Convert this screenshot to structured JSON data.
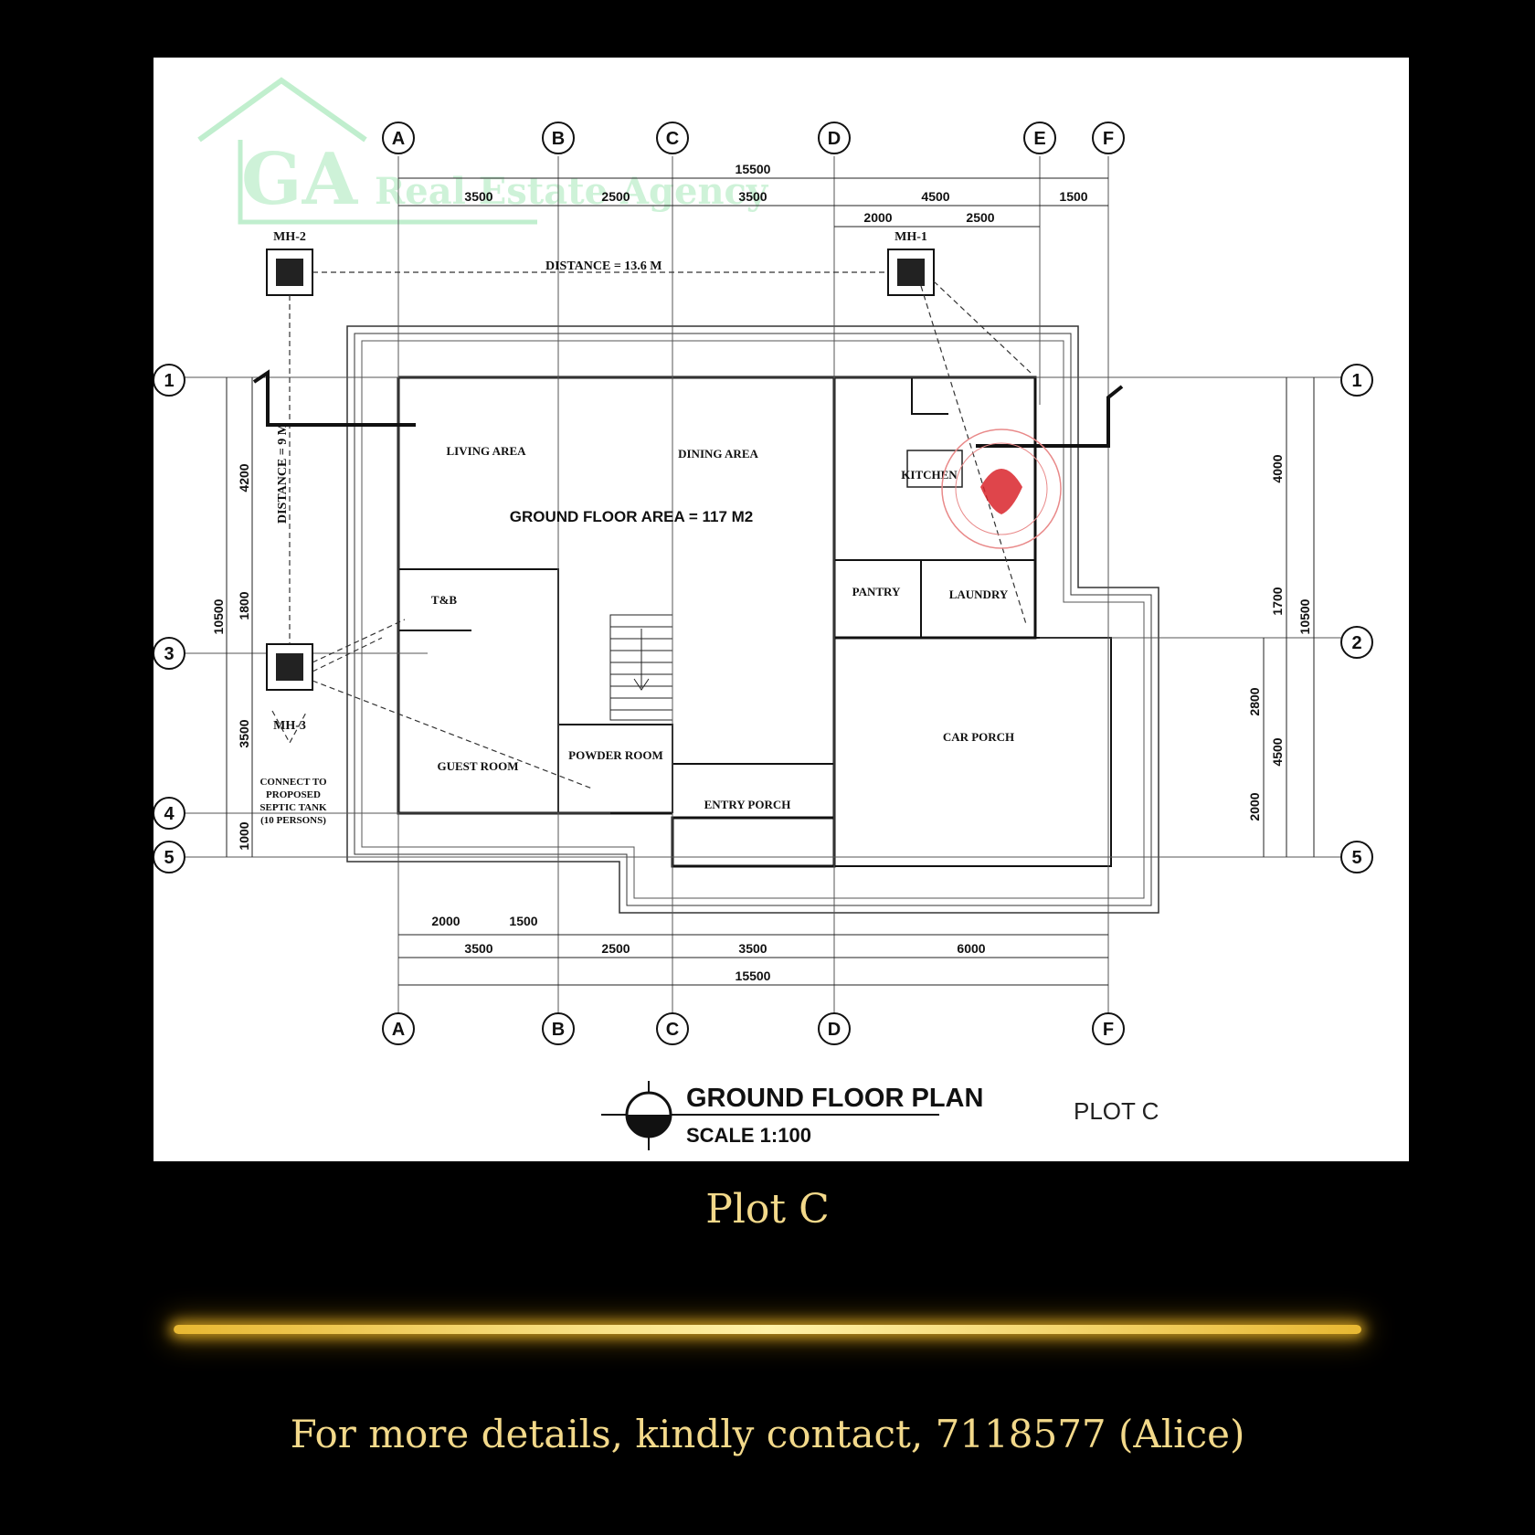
{
  "watermark": {
    "logo": "GA",
    "name": "Real Estate Agency"
  },
  "grid_labels": {
    "columns": [
      "A",
      "B",
      "C",
      "D",
      "E",
      "F"
    ],
    "rows_left": [
      "1",
      "3",
      "4",
      "5"
    ],
    "rows_right": [
      "1",
      "2",
      "5"
    ]
  },
  "dimensions": {
    "overall": "15500",
    "top": [
      "3500",
      "2500",
      "3500",
      "4500",
      "1500"
    ],
    "top_sub": [
      "2000",
      "2500"
    ],
    "bottom": [
      "3500",
      "2500",
      "3500",
      "6000"
    ],
    "bottom_sub": [
      "2000",
      "1500"
    ],
    "left_total": "10500",
    "left": [
      "4200",
      "1800",
      "3500",
      "1000"
    ],
    "right_total": "10500",
    "right": [
      "4000",
      "1700",
      "4500"
    ],
    "right_sub": [
      "2800",
      "2000"
    ]
  },
  "manholes": {
    "mh1": "MH-1",
    "mh2": "MH-2",
    "mh3": "MH-3"
  },
  "distances": {
    "horizontal": "DISTANCE = 13.6 M",
    "vertical": "DISTANCE = 9 M"
  },
  "septic_note": [
    "CONNECT TO",
    "PROPOSED",
    "SEPTIC TANK",
    "(10 PERSONS)"
  ],
  "rooms": {
    "living": "LIVING AREA",
    "dining": "DINING AREA",
    "area": "GROUND FLOOR AREA = 117 M2",
    "kitchen": "KITCHEN",
    "pantry": "PANTRY",
    "laundry": "LAUNDRY",
    "tb": "T&B",
    "guest": "GUEST ROOM",
    "powder": "POWDER ROOM",
    "entry": "ENTRY PORCH",
    "car": "CAR PORCH"
  },
  "title": {
    "main": "GROUND FLOOR PLAN",
    "scale": "SCALE 1:100",
    "plot": "PLOT C"
  },
  "caption": "Plot C",
  "contact": "For more details, kindly contact, 7118577 (Alice)",
  "colors": {
    "gold_text": "#f3d98a",
    "watermark_green": "#9fe3b4",
    "stamp_red": "#d9252c"
  }
}
